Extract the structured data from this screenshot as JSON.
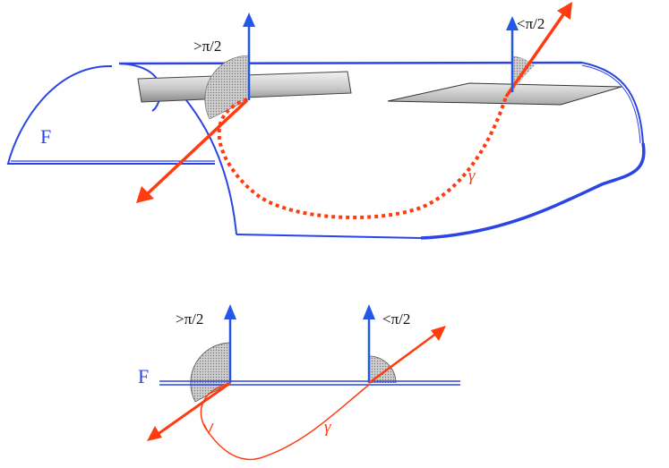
{
  "top": {
    "surface_label": "F",
    "curve_label": "γ",
    "angle_left": ">π/2",
    "angle_right": "<π/2"
  },
  "bottom": {
    "surface_label": "F",
    "curve_label": "γ",
    "angle_left": ">π/2",
    "angle_right": "<π/2"
  },
  "colors": {
    "surface_blue": "#2b44e6",
    "normal_blue": "#2456ea",
    "curve_red": "#ff3b10",
    "angle_fill": "#b9b9b9"
  }
}
